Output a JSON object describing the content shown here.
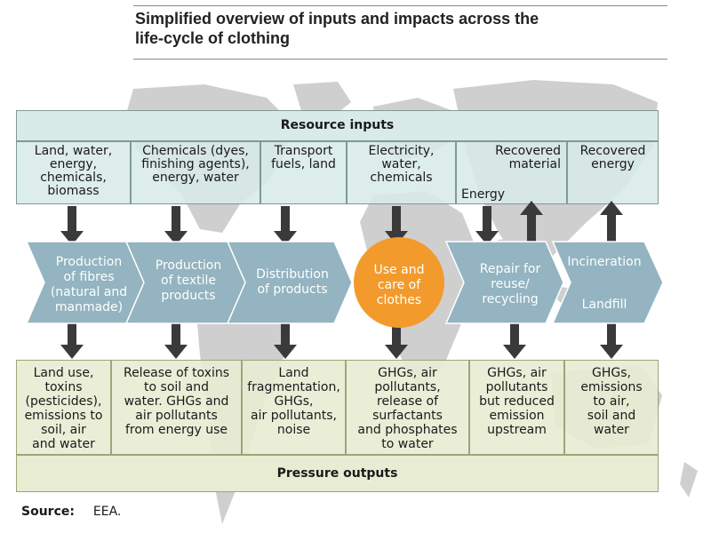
{
  "title": {
    "line1": "Simplified overview of inputs and impacts across the",
    "line2": "life-cycle of clothing"
  },
  "resource_inputs": {
    "header": "Resource inputs",
    "cells": [
      [
        "Land, water,",
        "energy,",
        "chemicals,",
        "biomass"
      ],
      [
        "Chemicals (dyes,",
        "finishing agents),",
        "energy, water"
      ],
      [
        "Transport",
        "fuels, land"
      ],
      [
        "Electricity,",
        "water,",
        "chemicals"
      ],
      [
        "Recovered",
        "material"
      ],
      [
        "Recovered",
        "energy"
      ]
    ],
    "energy_label": "Energy"
  },
  "stages": [
    [
      "Production",
      "of fibres",
      "(natural and",
      "manmade)"
    ],
    [
      "Production",
      "of textile",
      "products"
    ],
    [
      "Distribution",
      "of products"
    ],
    [
      "Use and",
      "care of",
      "clothes"
    ],
    [
      "Repair for",
      "reuse/",
      "recycling"
    ],
    [
      "Incineration"
    ],
    [
      "Landfill"
    ]
  ],
  "pressure_outputs": {
    "header": "Pressure outputs",
    "cells": [
      [
        "Land use,",
        "toxins",
        "(pesticides),",
        "emissions to",
        "soil, air",
        "and water"
      ],
      [
        "Release of toxins",
        "to soil and",
        "water. GHGs and",
        "air pollutants",
        "from energy use"
      ],
      [
        "Land",
        "fragmentation,",
        "GHGs,",
        "air pollutants,",
        "noise"
      ],
      [
        "GHGs, air",
        "pollutants,",
        "release of",
        "surfactants",
        "and phosphates",
        "to water"
      ],
      [
        "GHGs, air",
        "pollutants",
        "but reduced",
        "emission",
        "upstream"
      ],
      [
        "GHGs,",
        "emissions",
        "to air,",
        "soil and",
        "water"
      ]
    ]
  },
  "source": {
    "label": "Source:",
    "value": "EEA."
  },
  "colors": {
    "chevron": "#93b4c0",
    "use_circle": "#f29b2c",
    "input_panel": "#d8ebe7",
    "output_panel": "#e8ecd3",
    "map": "#c9c9c9",
    "arrow": "#3a3a3a"
  }
}
